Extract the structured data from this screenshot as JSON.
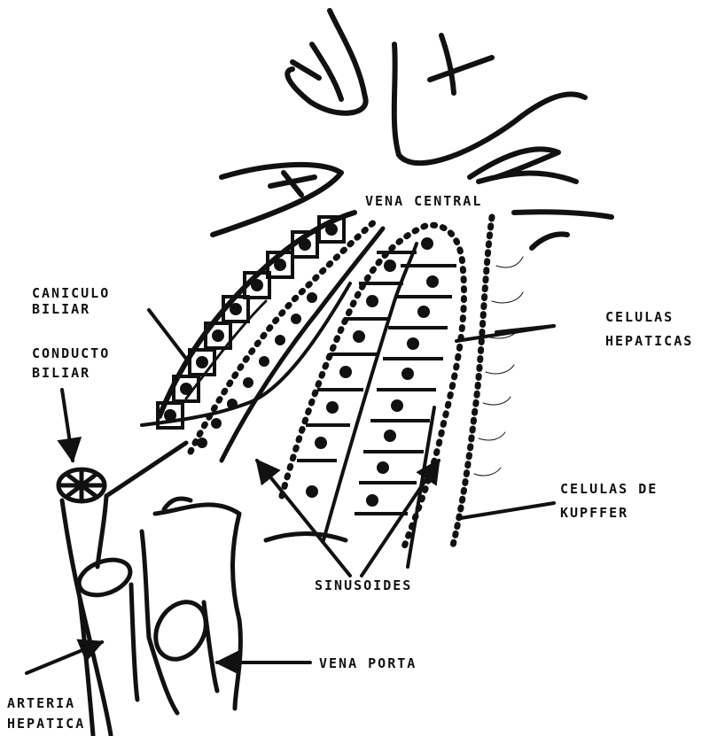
{
  "labels": {
    "vena_central": "VENA CENTRAL",
    "caniculo_biliar": [
      "CANICULO",
      "BILIAR"
    ],
    "conducto_biliar": [
      "CONDUCTO",
      "BILIAR"
    ],
    "celulas_hepaticas": [
      "CELULAS",
      "HEPATICAS"
    ],
    "celulas_de_kupffer": [
      "CELULAS DE",
      "KUPFFER"
    ],
    "sinusoides": "SINUSOIDES",
    "vena_porta": "VENA PORTA",
    "arteria_hepatica": [
      "ARTERIA",
      "HEPATICA"
    ]
  },
  "colors": {
    "ink": "#111111",
    "paper": "#ffffff"
  }
}
